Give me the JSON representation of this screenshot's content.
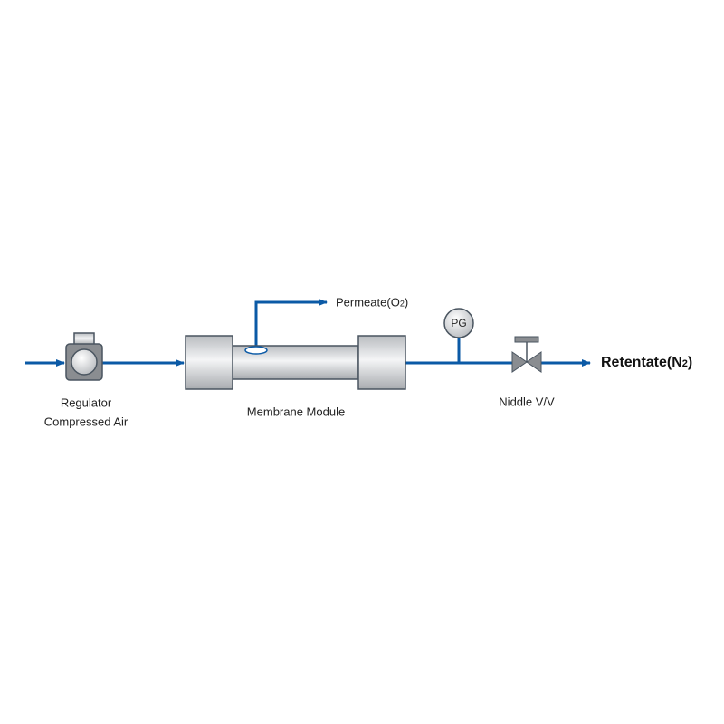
{
  "colors": {
    "pipe": "#0b5aa6",
    "equipment": "#8a8d91",
    "outline": "#4a5560"
  },
  "labels": {
    "regulator": "Regulator",
    "compressed_air": "Compressed Air",
    "membrane_module": "Membrane Module",
    "permeate": "Permeate(O",
    "permeate_sub": "2",
    "permeate_close": ")",
    "pressure_gauge": "PG",
    "needle_valve": "Niddle V/V",
    "retentate": "Retentate(N",
    "retentate_sub": "2",
    "retentate_close": ")"
  }
}
